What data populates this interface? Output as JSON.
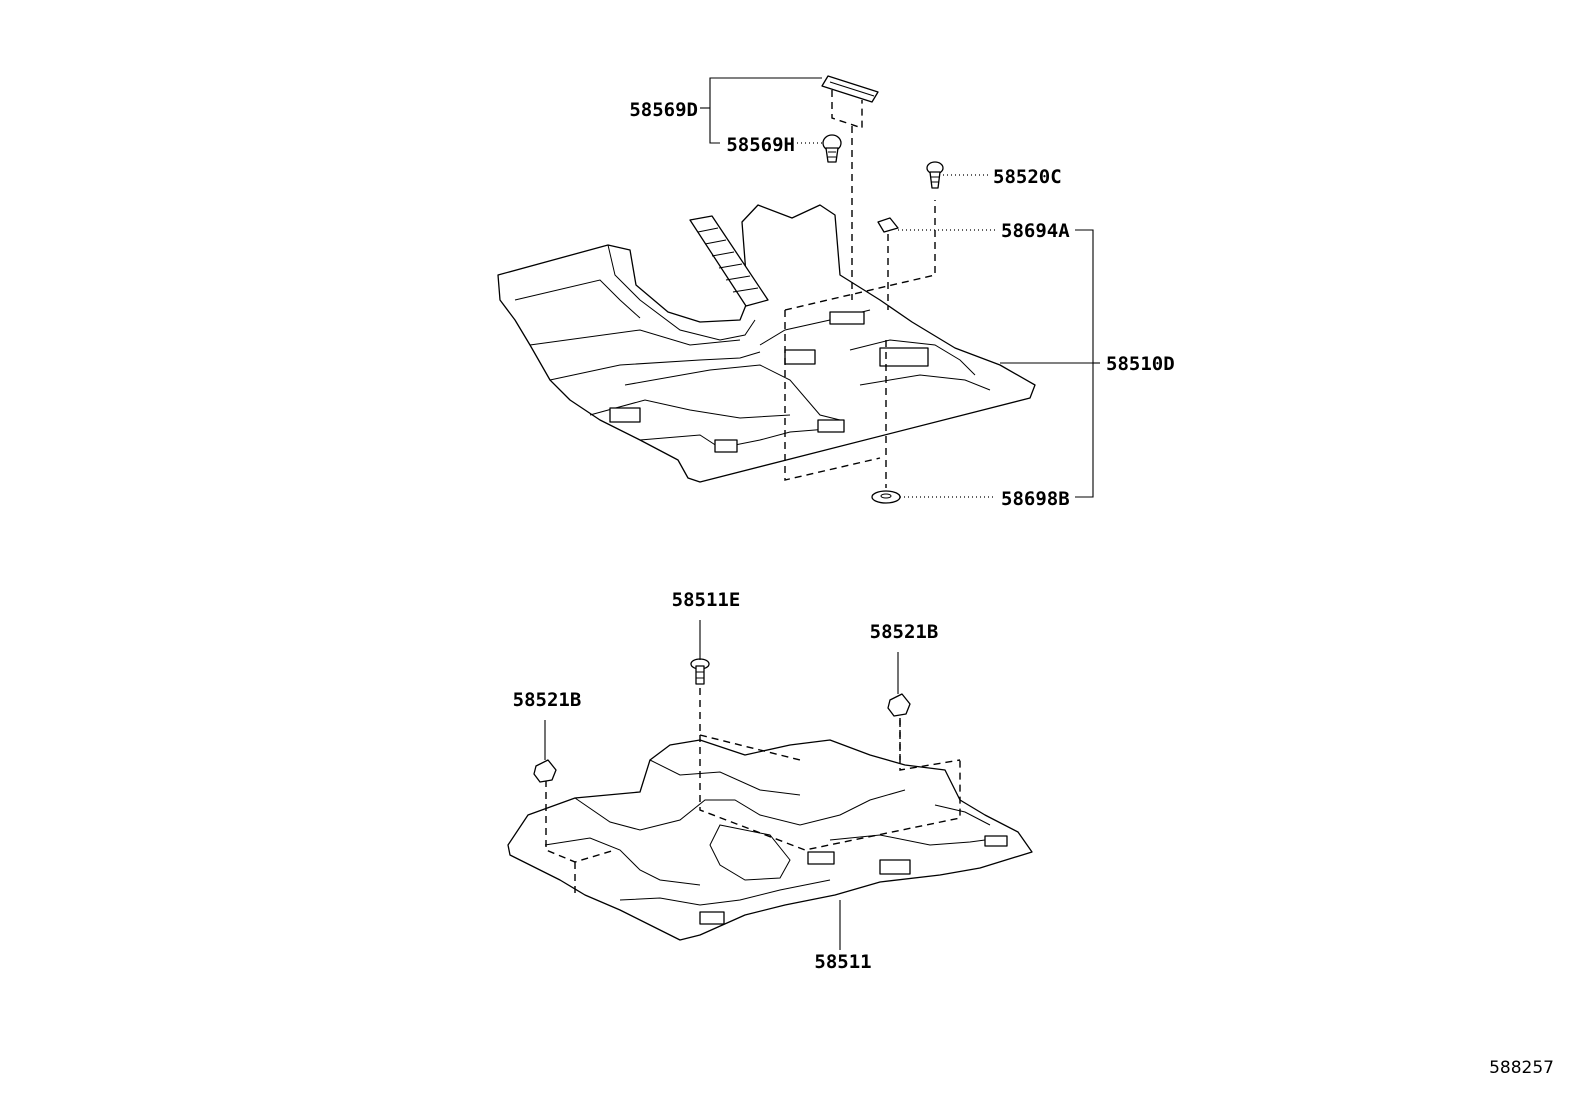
{
  "parts": {
    "p58569D": "58569D",
    "p58569H": "58569H",
    "p58520C": "58520C",
    "p58694A": "58694A",
    "p58510D": "58510D",
    "p58698B": "58698B",
    "p58511E": "58511E",
    "p58521B_right": "58521B",
    "p58521B_left": "58521B",
    "p58511": "58511"
  },
  "diagram_ref": "588257"
}
